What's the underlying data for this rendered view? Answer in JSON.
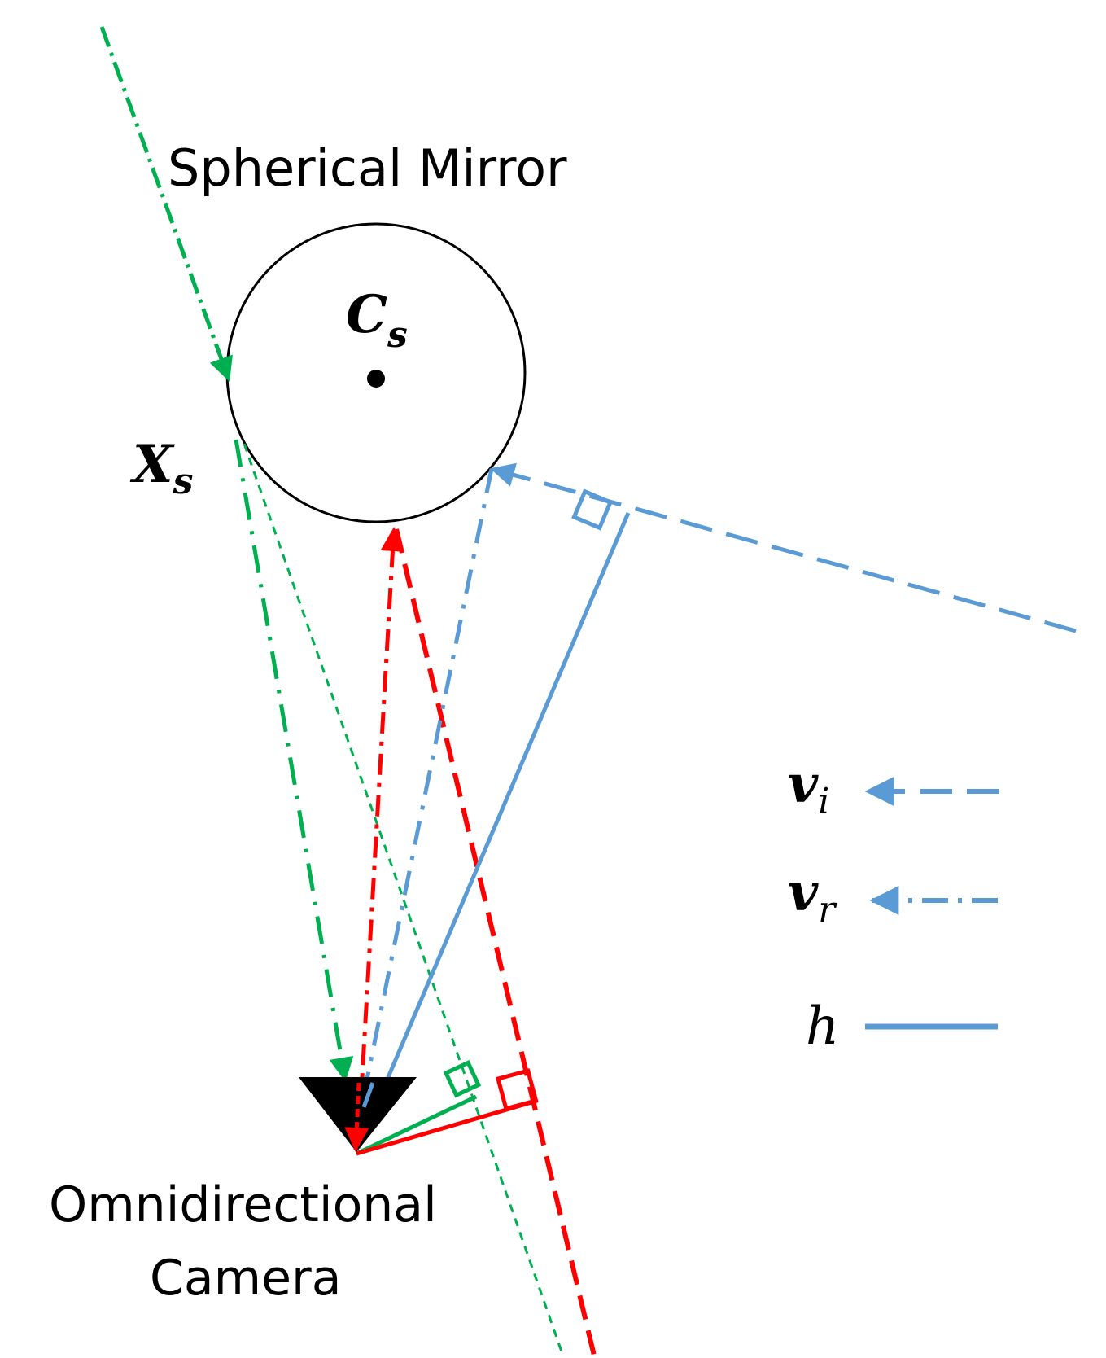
{
  "labels": {
    "mirror_title": "Spherical Mirror",
    "camera_title_line1": "Omnidirectional",
    "camera_title_line2": "Camera",
    "sphere_center_main": "C",
    "sphere_center_sub": "s",
    "surface_point_main": "X",
    "surface_point_sub": "s"
  },
  "legend": {
    "vi_main": "v",
    "vi_sub": "i",
    "vr_main": "v",
    "vr_sub": "r",
    "h": "h"
  },
  "colors": {
    "blue": "#5b9bd5",
    "green": "#00b050",
    "red": "#ff0000",
    "black": "#000000"
  },
  "icons": {
    "camera": "inverted-triangle-camera-icon",
    "center": "center-dot"
  }
}
